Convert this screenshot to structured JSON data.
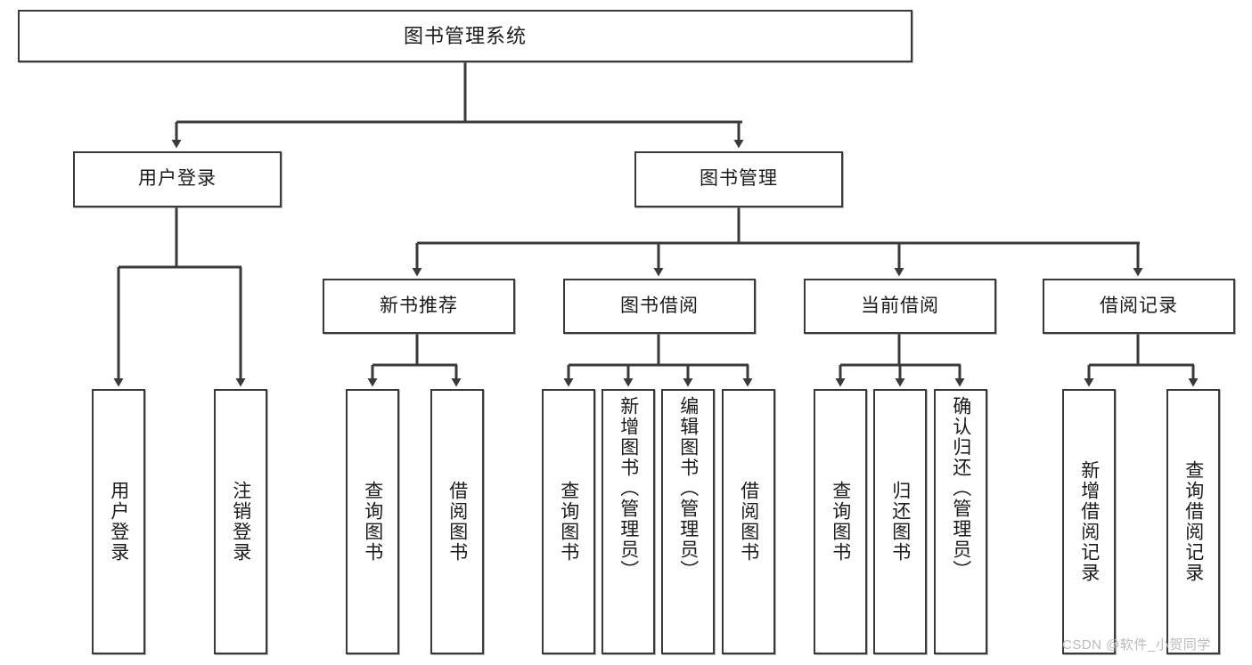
{
  "diagram": {
    "title": "图书管理系统",
    "type": "tree-hierarchy",
    "root": {
      "label": "图书管理系统"
    },
    "level2": [
      {
        "id": "user-login",
        "label": "用户登录"
      },
      {
        "id": "book-manage",
        "label": "图书管理"
      }
    ],
    "level3": [
      {
        "id": "new-book-recommend",
        "label": "新书推荐",
        "parent": "book-manage"
      },
      {
        "id": "book-borrow",
        "label": "图书借阅",
        "parent": "book-manage"
      },
      {
        "id": "current-borrow",
        "label": "当前借阅",
        "parent": "book-manage"
      },
      {
        "id": "borrow-record",
        "label": "借阅记录",
        "parent": "book-manage"
      }
    ],
    "leaves": {
      "user_login": [
        {
          "id": "leaf-user-login",
          "label": "用户登录"
        },
        {
          "id": "leaf-logout-login",
          "label": "注销登录"
        }
      ],
      "new_book_recommend": [
        {
          "id": "leaf-query-book-1",
          "label": "查询图书"
        },
        {
          "id": "leaf-borrow-book-1",
          "label": "借阅图书"
        }
      ],
      "book_borrow": [
        {
          "id": "leaf-query-book-2",
          "label": "查询图书"
        },
        {
          "id": "leaf-add-book",
          "label": "新增图书（管理员）"
        },
        {
          "id": "leaf-edit-book",
          "label": "编辑图书（管理员）"
        },
        {
          "id": "leaf-borrow-book-2",
          "label": "借阅图书"
        }
      ],
      "current_borrow": [
        {
          "id": "leaf-query-book-3",
          "label": "查询图书"
        },
        {
          "id": "leaf-return-book",
          "label": "归还图书"
        },
        {
          "id": "leaf-confirm-return",
          "label": "确认归还（管理员）"
        }
      ],
      "borrow_record": [
        {
          "id": "leaf-add-record",
          "label": "新增借阅记录"
        },
        {
          "id": "leaf-query-record",
          "label": "查询借阅记录"
        }
      ]
    },
    "colors": {
      "stroke": "#3a3a3a",
      "fill": "#ffffff",
      "text": "#1b1b1b",
      "watermark": "#b9b9b9"
    }
  },
  "watermark": {
    "text": "CSDN @软件_小贺同学"
  }
}
